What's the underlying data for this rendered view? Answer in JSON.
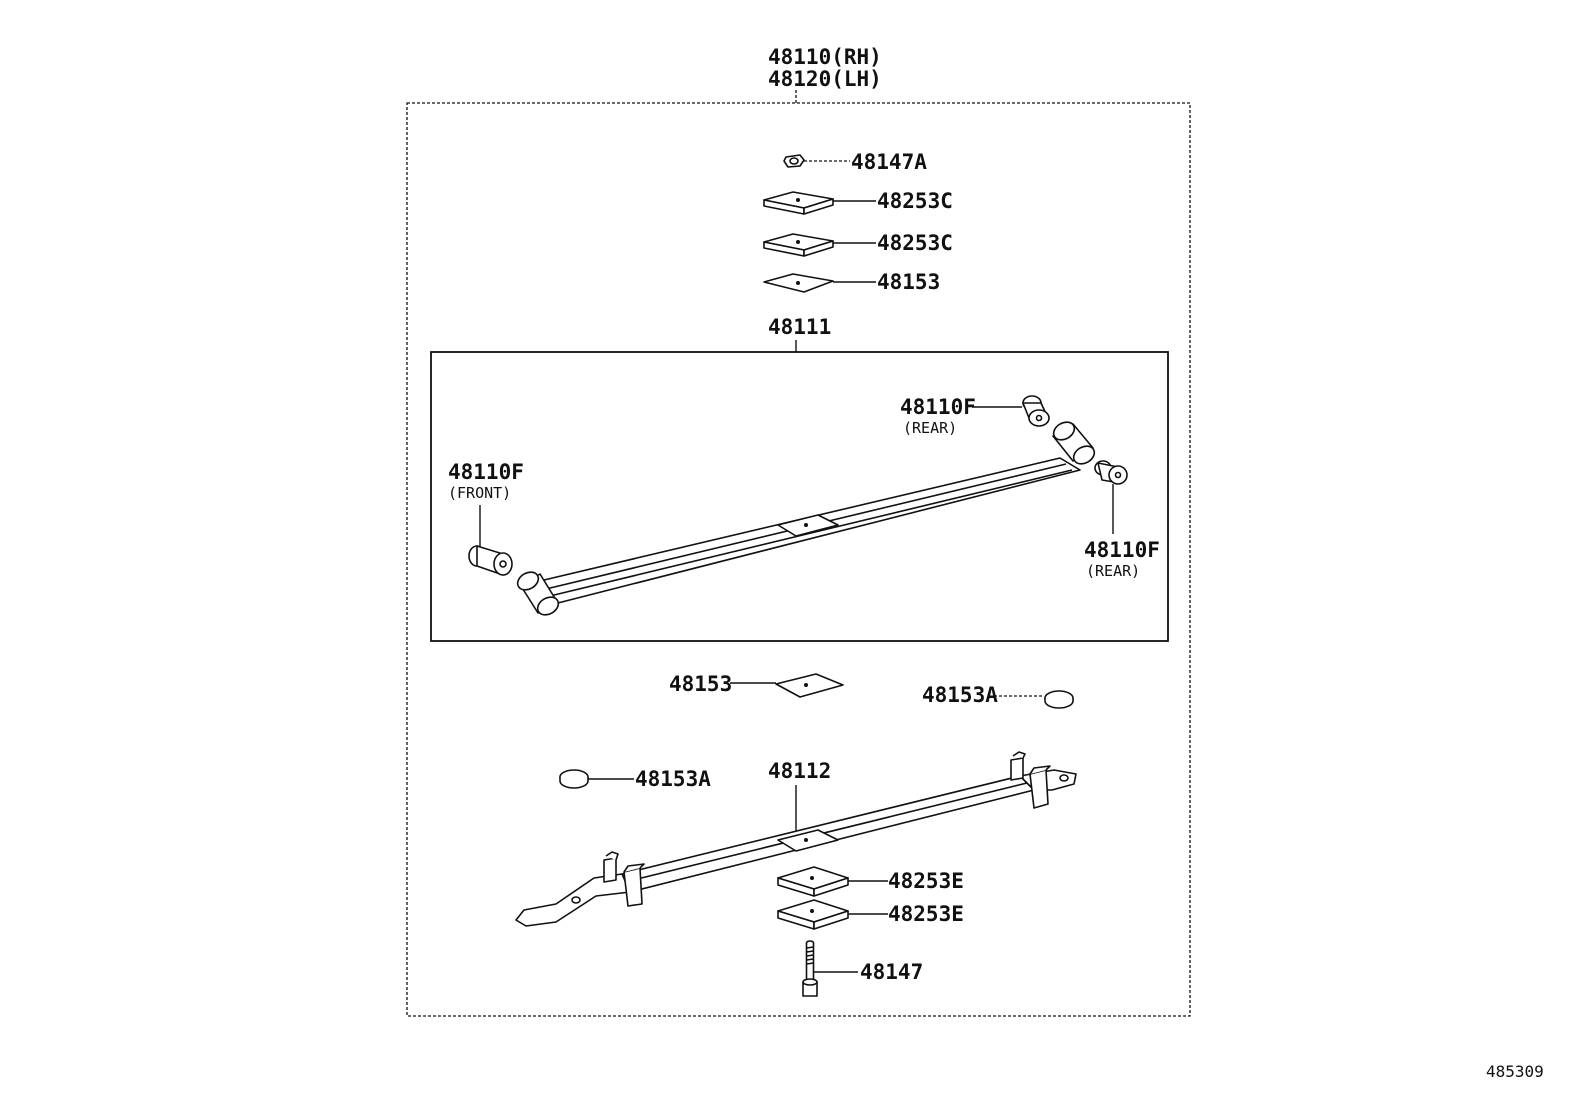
{
  "diagram": {
    "assembly_numbers": [
      "48110(RH)",
      "48120(LH)"
    ],
    "reference_number": "485309",
    "parts": {
      "nut": "48147A",
      "spacer_top_1": "48253C",
      "spacer_top_2": "48253C",
      "pad_top": "48153",
      "leaf_no1": "48111",
      "bush_rear_upper": "48110F",
      "bush_rear_upper_note": "(REAR)",
      "bush_front": "48110F",
      "bush_front_note": "(FRONT)",
      "bush_rear_lower": "48110F",
      "bush_rear_lower_note": "(REAR)",
      "pad_middle": "48153",
      "insert_right": "48153A",
      "insert_left": "48153A",
      "leaf_no2": "48112",
      "spacer_bottom_1": "48253E",
      "spacer_bottom_2": "48253E",
      "center_bolt": "48147"
    }
  }
}
